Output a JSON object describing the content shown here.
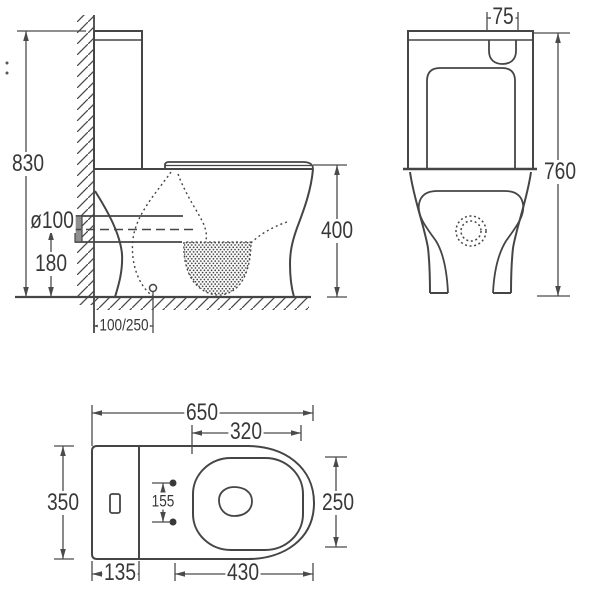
{
  "drawing_type": "toilet-dimension-technical-drawing",
  "labels": {
    "side": {
      "total_height": "830",
      "outlet_diameter": "ø100",
      "outlet_center_height": "180",
      "bowl_height": "400",
      "rough_in": "100/250"
    },
    "front": {
      "flush_button_width": "75",
      "total_height": "760"
    },
    "plan": {
      "total_length": "650",
      "seat_opening_length": "320",
      "total_width": "350",
      "seat_opening_width": "250",
      "fixing_hole_spacing": "155",
      "tank_depth": "135",
      "bowl_length": "430"
    }
  },
  "colors": {
    "line": "#454545",
    "dim_line": "#4a4a4a",
    "text": "#383838",
    "pipe_cap_fill": "#8f8f8f",
    "background": "#ffffff"
  }
}
